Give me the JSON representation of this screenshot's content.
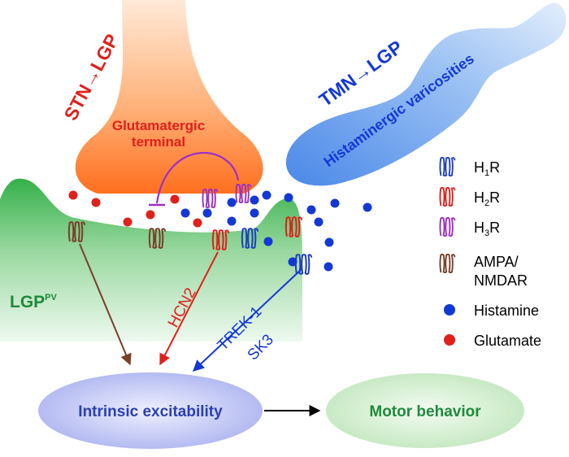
{
  "labels": {
    "stn_to_lgp": "STN→LGP",
    "tmn_to_lgp": "TMN→LGP",
    "glut_terminal_line1": "Glutamatergic",
    "glut_terminal_line2": "terminal",
    "histaminergic": "Histaminergic varicosities",
    "lgp_prefix": "LGP",
    "lgp_sup": "PV",
    "hcn2": "HCN2",
    "trek1": "TREK-1",
    "sk3": "SK3",
    "intrinsic": "Intrinsic excitability",
    "motor": "Motor behavior"
  },
  "legend": {
    "h1r": {
      "base": "H",
      "sub": "1",
      "tail": "R",
      "color": "#1f3fbf"
    },
    "h2r": {
      "base": "H",
      "sub": "2",
      "tail": "R",
      "color": "#e0201b"
    },
    "h3r": {
      "base": "H",
      "sub": "3",
      "tail": "R",
      "color": "#9b30c8"
    },
    "ampa_line1": "AMPA/",
    "ampa_line2": "NMDAR",
    "ampa_color": "#7a3f2a",
    "histamine": "Histamine",
    "histamine_color": "#1438d6",
    "glutamate": "Glutamate",
    "glutamate_color": "#e0201b"
  },
  "colors": {
    "stn_title": "#e0201b",
    "tmn_title": "#1438d6",
    "lgp_text": "#1f8a3a",
    "motor_text": "#1f8a3a",
    "intrinsic_text": "#2a3fb0",
    "hcn2_arrow": "#e0201b",
    "trek_arrow": "#1438d6",
    "ampa_arrow": "#7a3f2a"
  }
}
